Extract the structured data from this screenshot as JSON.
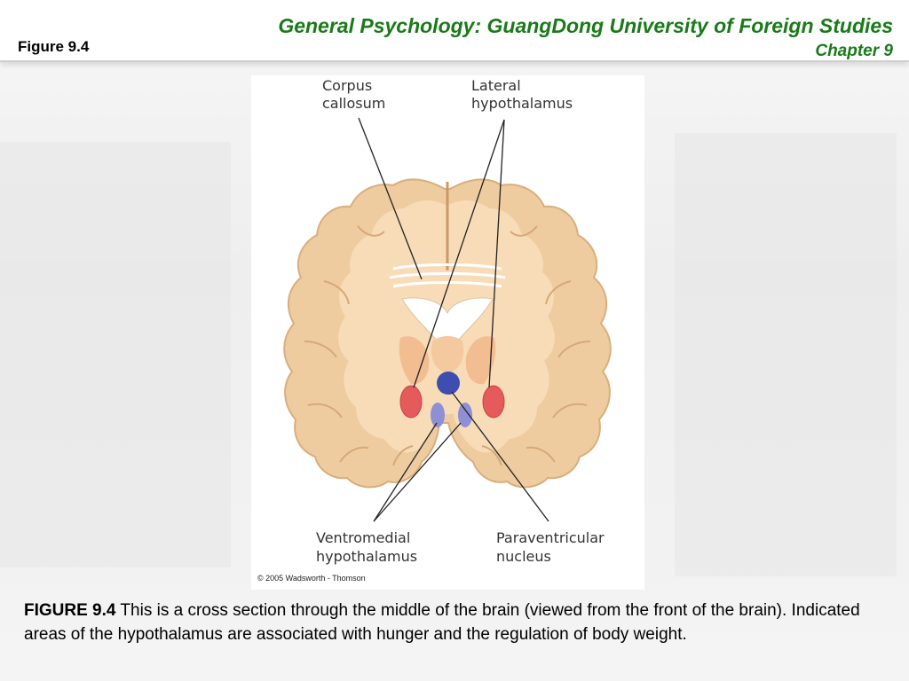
{
  "header": {
    "figure_label": "Figure 9.4",
    "course_title": "General Psychology: GuangDong University of Foreign Studies",
    "chapter": "Chapter 9"
  },
  "figure": {
    "labels": {
      "corpus_callosum_line1": "Corpus",
      "corpus_callosum_line2": "callosum",
      "lateral_line1": "Lateral",
      "lateral_line2": "hypothalamus",
      "ventromedial_line1": "Ventromedial",
      "ventromedial_line2": "hypothalamus",
      "paraventricular_line1": "Paraventricular",
      "paraventricular_line2": "nucleus"
    },
    "copyright": "© 2005 Wadsworth - Thomson",
    "colors": {
      "cortex": "#f0d2a6",
      "white_matter": "#f8dfbf",
      "lateral": "#e55a5a",
      "ventromedial": "#8f8fd6",
      "paraventricular": "#3e4db0",
      "accent": "#1a7a1a"
    }
  },
  "caption": {
    "bold": "FIGURE 9.4",
    "text": " This is a cross section through the middle of the brain (viewed from the front of the brain). Indicated areas of the hypothalamus are associated with hunger and the regulation of body weight."
  }
}
